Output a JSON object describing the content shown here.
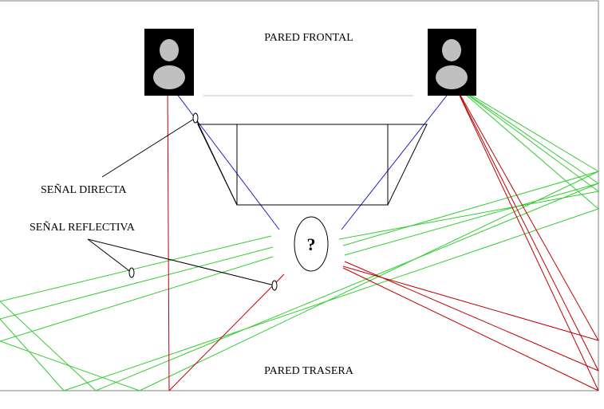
{
  "labels": {
    "front_wall": "PARED FRONTAL",
    "rear_wall": "PARED TRASERA",
    "direct_signal": "SEÑAL DIRECTA",
    "reflective_signal": "SEÑAL REFLECTIVA",
    "listener": "?"
  },
  "colors": {
    "direct": "#2020c0",
    "reflective_green": "#33cc33",
    "reflective_red": "#c00000",
    "speaker_cabinet": "#000000",
    "speaker_driver": "#c0c0c0",
    "wall_line": "#c0c0c0"
  }
}
